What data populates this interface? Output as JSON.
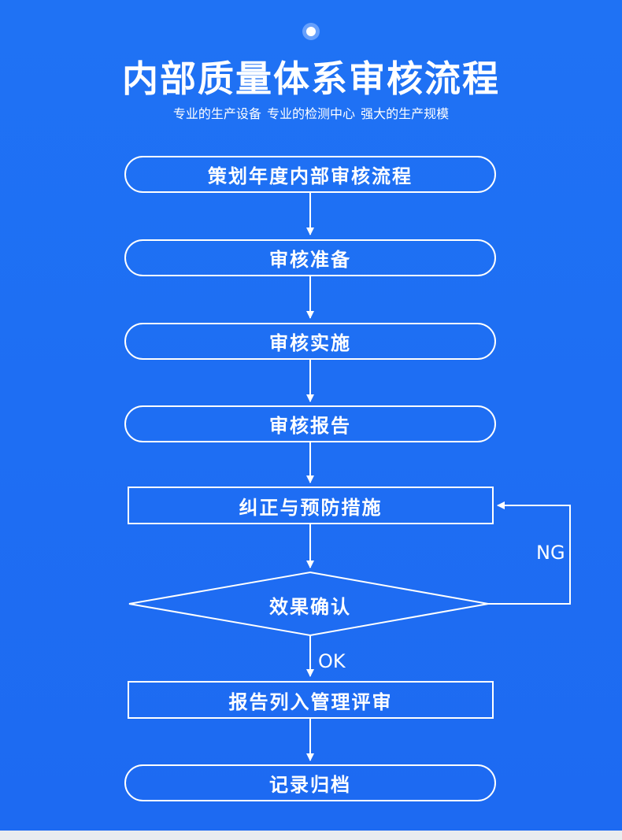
{
  "title": "内部质量体系审核流程",
  "subtitle_parts": [
    "专业的生产设备",
    "专业的检测中心",
    "强大的生产规模"
  ],
  "steps": [
    {
      "label": "策划年度内部审核流程",
      "shape": "pill"
    },
    {
      "label": "审核准备",
      "shape": "pill"
    },
    {
      "label": "审核实施",
      "shape": "pill"
    },
    {
      "label": "审核报告",
      "shape": "pill"
    },
    {
      "label": "纠正与预防措施",
      "shape": "rectangle"
    },
    {
      "label": "效果确认",
      "shape": "diamond"
    },
    {
      "label": "报告列入管理评审",
      "shape": "rectangle"
    },
    {
      "label": "记录归档",
      "shape": "pill"
    }
  ],
  "edge_labels": {
    "ng": "NG",
    "ok": "OK"
  },
  "colors": {
    "background": "#1f72f4",
    "foreground": "#ffffff",
    "footer": "#e9ecef"
  }
}
